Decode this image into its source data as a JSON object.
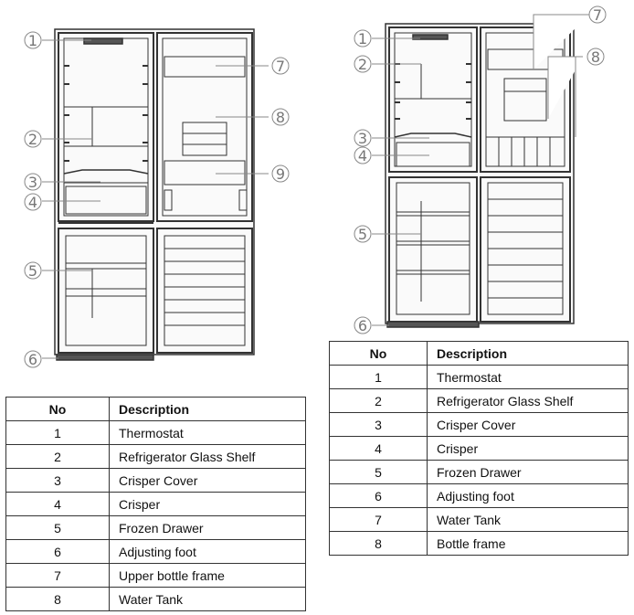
{
  "left_diagram": {
    "callouts": [
      "1",
      "2",
      "3",
      "4",
      "5",
      "6",
      "7",
      "8",
      "9"
    ]
  },
  "right_diagram": {
    "callouts": [
      "1",
      "2",
      "3",
      "4",
      "5",
      "6",
      "7",
      "8"
    ]
  },
  "left_table": {
    "header": {
      "no": "No",
      "description": "Description"
    },
    "rows": [
      {
        "no": "1",
        "description": "Thermostat"
      },
      {
        "no": "2",
        "description": "Refrigerator Glass Shelf"
      },
      {
        "no": "3",
        "description": "Crisper Cover"
      },
      {
        "no": "4",
        "description": "Crisper"
      },
      {
        "no": "5",
        "description": "Frozen Drawer"
      },
      {
        "no": "6",
        "description": "Adjusting foot"
      },
      {
        "no": "7",
        "description": "Upper bottle frame"
      },
      {
        "no": "8",
        "description": "Water Tank"
      }
    ]
  },
  "right_table": {
    "header": {
      "no": "No",
      "description": "Description"
    },
    "rows": [
      {
        "no": "1",
        "description": "Thermostat"
      },
      {
        "no": "2",
        "description": "Refrigerator Glass Shelf"
      },
      {
        "no": "3",
        "description": "Crisper Cover"
      },
      {
        "no": "4",
        "description": "Crisper"
      },
      {
        "no": "5",
        "description": "Frozen Drawer"
      },
      {
        "no": "6",
        "description": "Adjusting foot"
      },
      {
        "no": "7",
        "description": "Water Tank"
      },
      {
        "no": "8",
        "description": "Bottle frame"
      }
    ]
  }
}
